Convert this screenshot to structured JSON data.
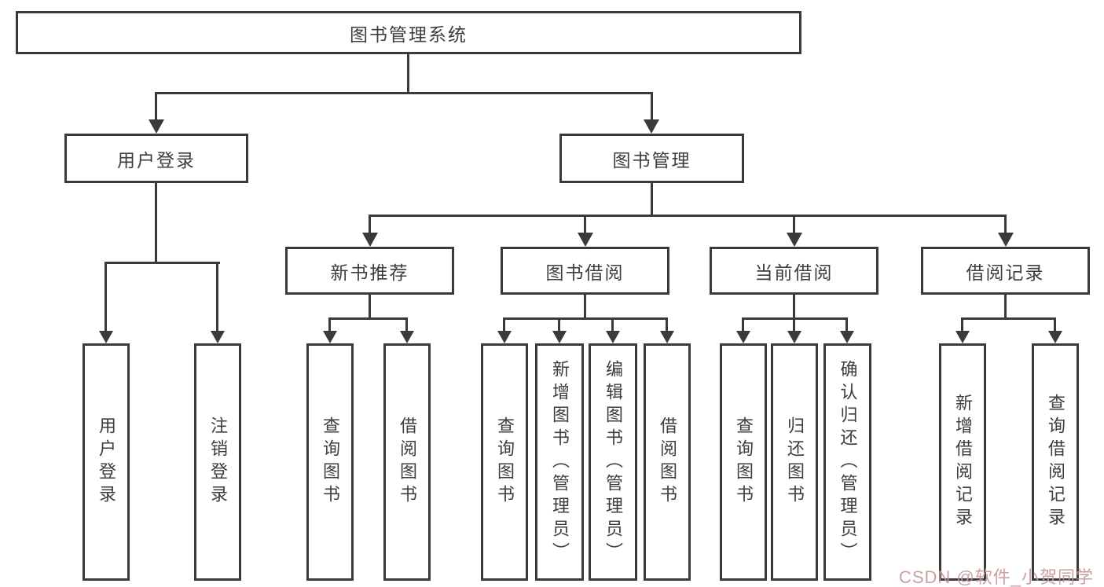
{
  "nodes": {
    "root": "图书管理系统",
    "level2": [
      "用户登录",
      "图书管理"
    ],
    "level3": [
      "新书推荐",
      "图书借阅",
      "当前借阅",
      "借阅记录"
    ],
    "leaves": [
      "用户登录",
      "注销登录",
      "查询图书",
      "借阅图书",
      "查询图书",
      "新增图书（管理员）",
      "编辑图书（管理员）",
      "借阅图书",
      "查询图书",
      "归还图书",
      "确认归还（管理员）",
      "新增借阅记录",
      "查询借阅记录"
    ]
  },
  "watermark": "CSDN @软件_小贺同学",
  "colors": {
    "line": "#3a3a3a",
    "text": "#3d3d3d",
    "watermark": "#c49696",
    "background": "#ffffff"
  }
}
